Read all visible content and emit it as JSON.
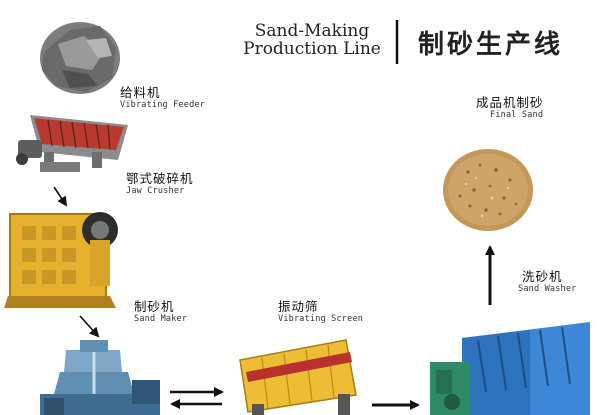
{
  "title": {
    "en_line1": "Sand-Making",
    "en_line2": "Production Line",
    "cn": "制砂生产线"
  },
  "stages": [
    {
      "id": "feeder",
      "cn": "给料机",
      "en": "Vibrating Feeder"
    },
    {
      "id": "jaw",
      "cn": "鄂式破碎机",
      "en": "Jaw Crusher"
    },
    {
      "id": "maker",
      "cn": "制砂机",
      "en": "Sand Maker"
    },
    {
      "id": "screen",
      "cn": "振动筛",
      "en": "Vibrating Screen"
    },
    {
      "id": "washer",
      "cn": "洗砂机",
      "en": "Sand Washer"
    },
    {
      "id": "final",
      "cn": "成品机制砂",
      "en": "Final Sand"
    }
  ],
  "colors": {
    "crusher_yellow": "#e6b22e",
    "maker_blue": "#5f8fb3",
    "screen_yellow": "#ecbd35",
    "washer_blue": "#3d87d6",
    "washer_green": "#2f8a66",
    "feeder_red": "#b83a2e",
    "sand": "#c49758",
    "arrow": "#111111"
  }
}
